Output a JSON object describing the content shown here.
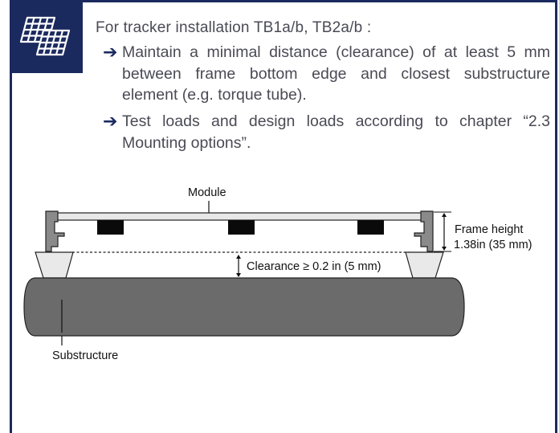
{
  "intro": "For tracker installation TB1a/b, TB2a/b :",
  "bullets": [
    "Maintain a minimal distance (clearance) of at least 5 mm between frame bottom edge and closest substructure element (e.g. torque tube).",
    "Test loads and design loads according to chapter “2.3 Mounting options”."
  ],
  "diagram": {
    "module_label": "Module",
    "frame_height_line1": "Frame height",
    "frame_height_line2": "1.38in (35 mm)",
    "clearance_label": "Clearance ≥ 0.2 in (5 mm)",
    "substructure_label": "Substructure"
  },
  "colors": {
    "accent": "#1b2a5e",
    "body_text": "#4a4a55",
    "tube": "#6b6b6b"
  },
  "icons": {
    "header": "solar-panels-icon",
    "bullet": "arrow-right-icon"
  }
}
